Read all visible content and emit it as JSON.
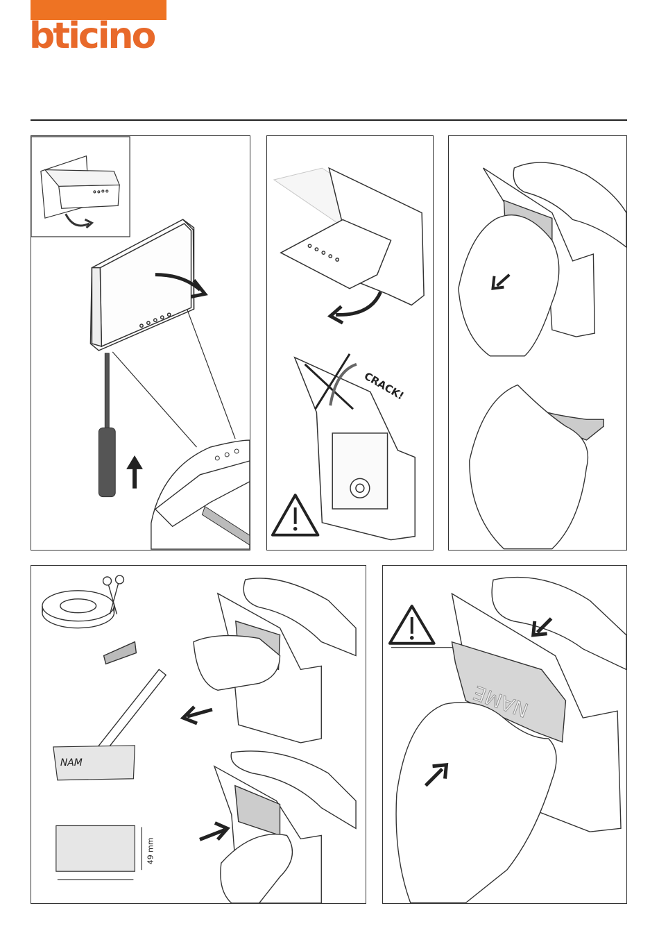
{
  "brand": {
    "name": "bticino",
    "color": "#ee7323"
  },
  "panel2": {
    "crack_label": "CRACK!"
  },
  "panel4": {
    "label_text": "NAM",
    "dimension_label": "49 mm"
  },
  "panel5": {
    "label_text": "NAME"
  },
  "icons": [
    "warning-icon",
    "scissors-icon",
    "pencil-icon",
    "screwdriver-icon",
    "arrow-icon",
    "tape-roll-icon"
  ]
}
